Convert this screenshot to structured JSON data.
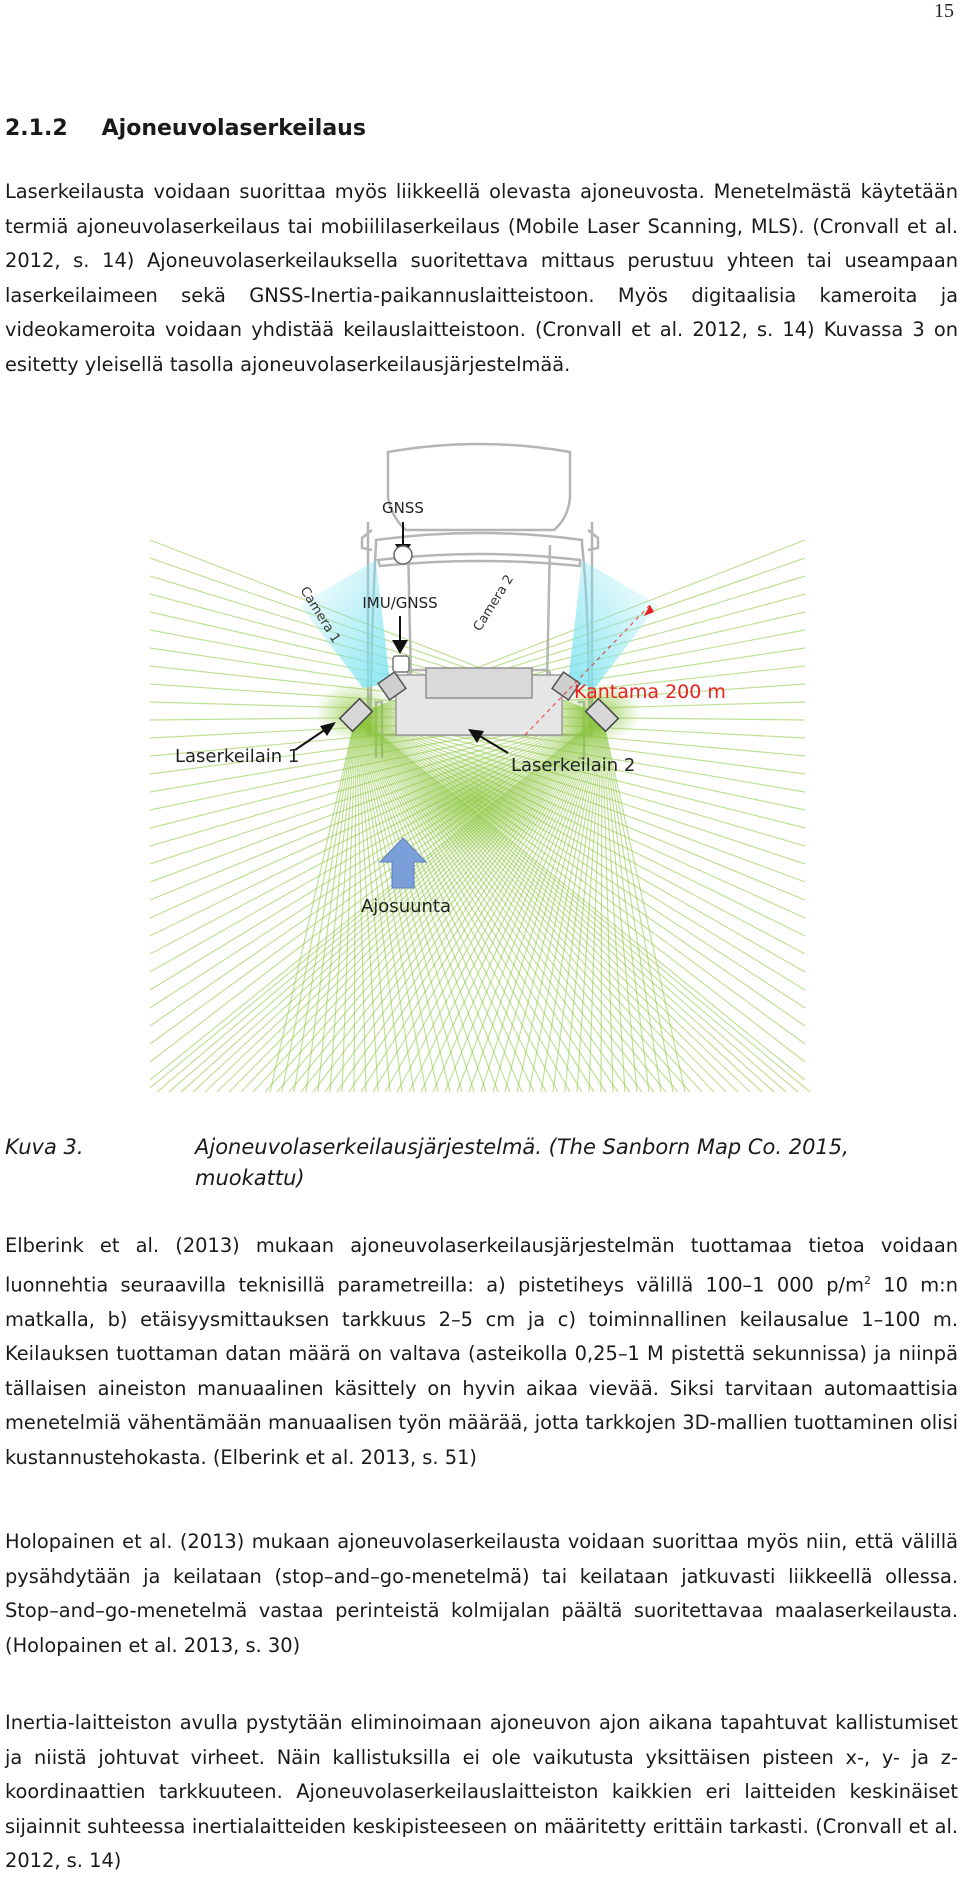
{
  "page_number": "15",
  "heading": {
    "number": "2.1.2",
    "title": "Ajoneuvolaserkeilaus"
  },
  "paragraphs": {
    "p1": "Laserkeilausta voidaan suorittaa myös liikkeellä olevasta ajoneuvosta. Menetelmästä käytetään termiä ajoneuvolaserkeilaus tai mobiililaserkeilaus (Mobile Laser Scanning, MLS). (Cronvall et al. 2012, s. 14) Ajoneuvolaserkeilauksella suoritettava mittaus perustuu yhteen tai useampaan laserkeilaimeen sekä GNSS-Inertia-paikannuslaitteistoon. Myös digitaalisia kameroita ja videokameroita voidaan yhdistää keilauslaitteistoon. (Cronvall et al. 2012, s. 14) Kuvassa 3 on esitetty yleisellä tasolla ajoneuvolaserkeilausjärjestelmää.",
    "p2_before_sup": "Elberink et al. (2013) mukaan ajoneuvolaserkeilausjärjestelmän tuottamaa tietoa voidaan luonnehtia seuraavilla teknisillä parametreilla: a) pistetiheys välillä 100–1 000 p/m",
    "p2_sup": "2",
    "p2_after_sup": " 10 m:n matkalla, b) etäisyysmittauksen tarkkuus 2–5 cm ja c) toiminnallinen keilausalue 1–100 m. Keilauksen tuottaman datan määrä on valtava (asteikolla 0,25–1 M pistettä sekunnissa) ja niinpä tällaisen aineiston manuaalinen käsittely on hyvin aikaa vievää. Siksi tarvitaan automaattisia menetelmiä vähentämään manuaalisen työn määrää, jotta tarkkojen 3D-mallien tuottaminen olisi kustannustehokasta. (Elberink et al. 2013, s. 51)",
    "p3": "Holopainen et al. (2013) mukaan ajoneuvolaserkeilausta voidaan suorittaa myös niin, että välillä pysähdytään ja keilataan (stop–and–go-menetelmä) tai keilataan jatkuvasti liikkeellä ollessa. Stop–and–go-menetelmä vastaa perinteistä kolmijalan päältä suoritettavaa maalaserkeilausta. (Holopainen et al. 2013, s. 30)",
    "p4": "Inertia-laitteiston avulla pystytään eliminoimaan ajoneuvon ajon aikana tapahtuvat kallistumiset ja niistä johtuvat virheet. Näin kallistuksilla ei ole vaikutusta yksittäisen pisteen x-, y- ja z-koordinaattien tarkkuuteen. Ajoneuvolaserkeilauslaitteiston kaikkien eri laitteiden keskinäiset sijainnit suhteessa inertialaitteiden keskipisteeseen on määritetty erittäin tarkasti. (Cronvall et al. 2012, s. 14)"
  },
  "figure": {
    "labels": {
      "gnss": "GNSS",
      "imu_gnss": "IMU/GNSS",
      "camera1": "Camera 1",
      "camera2": "Camera 2",
      "range": "Kantama 200 m",
      "scanner1": "Laserkeilain 1",
      "scanner2": "Laserkeilain 2",
      "direction": "Ajosuunta"
    },
    "colors": {
      "laser_green": "#8cc63f",
      "camera_cyan": "#7fe3f0",
      "range_red": "#e8231f",
      "arrow_blue": "#7b9fd9",
      "vehicle_outline": "#b5b5b5"
    }
  },
  "caption": {
    "number": "Kuva 3.",
    "text": "Ajoneuvolaserkeilausjärjestelmä. (The Sanborn Map Co. 2015, muokattu)"
  }
}
